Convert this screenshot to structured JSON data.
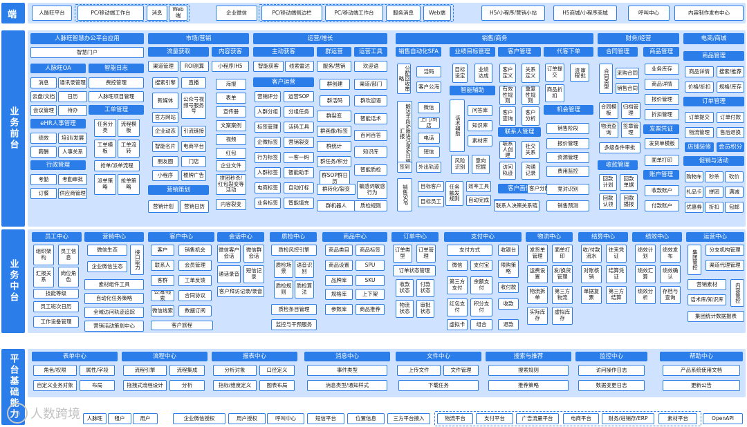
{
  "layers": [
    {
      "name": "端"
    },
    {
      "name": "业务前台"
    },
    {
      "name": "业务中台"
    },
    {
      "name": "平台基础能力"
    }
  ],
  "duan": {
    "groups": [
      {
        "items": [
          "人脉旺平台"
        ]
      },
      {
        "items": [
          "PC/移动端工作台",
          "消息",
          "Web端"
        ]
      },
      {
        "items": [
          "企业微信"
        ]
      },
      {
        "items": [
          "PC/移动端侧边栏",
          "PC/移动端工作台",
          "服务消息",
          "Web端"
        ]
      },
      {
        "items": [
          "H5/小程序/营销小站"
        ]
      },
      {
        "items": [
          "H5商城/小程序商城"
        ]
      },
      {
        "items": [
          "呼叫中心"
        ]
      },
      {
        "items": [
          "内容制作发布中心"
        ]
      }
    ]
  },
  "front": {
    "office": {
      "title": "人脉旺智慧办公平台应用",
      "portal": "智慧门户",
      "oa": {
        "title": "人脉旺OA",
        "items": [
          "消息",
          "通讯录管理",
          "云盘/文档",
          "日历",
          "会议管理",
          "待办"
        ]
      },
      "log": {
        "title": "智能日志",
        "items": [
          "费控管理",
          "人脉旺项目管理"
        ]
      },
      "ticket": {
        "title": "工单管理",
        "items": [
          "任务分类",
          "流程模板",
          "工单模板",
          "工单流转",
          "抢单/派单流程",
          "派单策略",
          "抢单策略"
        ]
      },
      "ehr": {
        "title": "eHR人事管理",
        "items": [
          "绩效",
          "培训/发展",
          "薪酬",
          "人事关系"
        ]
      },
      "admin": {
        "title": "行政管理",
        "items": [
          "考勤",
          "考勤审批",
          "订餐",
          "供应商管理"
        ]
      }
    },
    "market": {
      "title": "市场/营销",
      "traffic": {
        "title": "流量获取",
        "items": [
          "渠道管理",
          "ROI测算",
          "搜索引擎",
          "直播",
          "新媒体",
          "公众号视频号服务号",
          "官方网站",
          "企业动态",
          "引流链接",
          "智能名片",
          "电商平台",
          "朋友圈",
          "门店",
          "小程序",
          "楼牌广告",
          "拼团秒杀/红包裂变等活动"
        ]
      },
      "content": {
        "title": "内容获客",
        "items": [
          "小程序/H5",
          "海报",
          "表单",
          "宣传册",
          "文案案例",
          "视频",
          "红包",
          "企业文件",
          "内容裂变"
        ]
      },
      "plan": {
        "title": "营销策划",
        "items": [
          "营销计划",
          "营销日历"
        ]
      }
    },
    "ops": {
      "title": "运营/增长",
      "lead": {
        "title": "主动获客",
        "items": [
          "智能获客",
          "线索雷达"
        ]
      },
      "group": {
        "title": "群运营",
        "items": [
          "服务/营销",
          "群创建",
          "群活码",
          "群裂变",
          "群画像/标签",
          "群统计",
          "群任务/积分",
          "群SOP群日历",
          "群转化/裂变",
          "群机器人"
        ]
      },
      "tools": {
        "title": "运营工具",
        "items": [
          "欢迎语",
          "渠道/部门",
          "群欢迎语",
          "智能话术",
          "百问百答",
          "知识库",
          "智能质检",
          "敏感词敏感行为",
          "质检规则"
        ]
      },
      "custops": {
        "title": "客户运营",
        "items": [
          "营销评分",
          "运营SOP",
          "人群分组",
          "分组任务",
          "标签管理",
          "活码工具",
          "企微标签",
          "营销裂变",
          "行为标签",
          "一客一码",
          "人群标签",
          "智能助手",
          "电商标签",
          "自动打标",
          "业务标签",
          "智能填充"
        ]
      }
    },
    "sales": {
      "title": "销售/商务",
      "sfa": {
        "title": "销售自动化SFA",
        "items": [
          "分配回收策略",
          "活码",
          "客户公海",
          "触达手段&跟进记录&日程汇报",
          "微信",
          "上门/到店",
          "电话",
          "短信",
          "签到",
          "外出轨迹",
          "销售SOP",
          "目标客户",
          "目标员工",
          "任务触发规则",
          "效率工具",
          "自动完成"
        ]
      },
      "goal": {
        "title": "业绩目标管理",
        "items": [
          "目标设定",
          "业绩达成",
          "话术辅助",
          "问答库",
          "知识库",
          "素材库",
          "风险识别",
          "意向挖掘",
          "智能辅助"
        ]
      },
      "cust": {
        "title": "客户管理",
        "items": [
          "客户定义",
          "关系定义",
          "有效性规则",
          "重复性规则",
          "客户查询",
          "客户分析",
          "联系人管理",
          "联系人创建",
          "社交关系",
          "访问轨迹",
          "沟通记录",
          "客户画像",
          "客户分群",
          "联系人决策关系链"
        ]
      },
      "order": {
        "title": "代客下单",
        "items": [
          "订单提交",
          "审批流程",
          "商品折扣",
          "机会管理",
          "销售阶段",
          "报价管理",
          "资源管理",
          "费用监控",
          "竞对识别",
          "销售预测"
        ]
      }
    },
    "finance": {
      "title": "财务/经营",
      "contract": {
        "title": "合同管理",
        "items": [
          "合同类型",
          "采购合同",
          "销售合同",
          "合同模板",
          "归档管理",
          "物流查询",
          "签章管理",
          "多级条件审批"
        ]
      },
      "product": {
        "title": "商品管理",
        "items": [
          "业务库存",
          "商品详情",
          "报价管理",
          "折扣管理"
        ]
      },
      "invoice": {
        "title": "发票凭证",
        "items": [
          "发货单模板",
          "面单打印"
        ]
      },
      "collect": {
        "title": "收款管理",
        "items": [
          "回款计划",
          "回款单据",
          "回款认领",
          "回款播报"
        ]
      },
      "account": {
        "title": "账户管理",
        "items": [
          "收款账户",
          "付款账户"
        ]
      }
    },
    "mall": {
      "title": "电商/商城",
      "product": {
        "title": "商品管理",
        "items": [
          "商品详情",
          "搜索/推荐",
          "价格/折扣",
          "规格/库存"
        ]
      },
      "order": {
        "title": "订单管理",
        "items": [
          "订单提交",
          "订单付款",
          "物流管理",
          "售后退换"
        ]
      },
      "shop": {
        "items": [
          "店铺装修",
          "会员积分"
        ]
      },
      "promo": {
        "title": "促销与活动",
        "items": [
          "购物车",
          "秒杀",
          "砍价",
          "礼品卡",
          "拼团",
          "满减",
          "优惠券",
          "折扣",
          "包邮"
        ]
      }
    }
  },
  "middle": {
    "employee": {
      "title": "员工中心",
      "items": [
        "组织架构",
        "员工信息",
        "汇报关系",
        "岗位角色",
        "技能等级",
        "员工班次日历",
        "工作设备管理"
      ]
    },
    "marketing": {
      "title": "营销中心",
      "items": [
        "微信生态",
        "企业微信生态",
        "接口能力",
        "素材组件工具",
        "自动化任务策略",
        "全域访问轨迹追踪",
        "营销活动策划中心"
      ]
    },
    "customer": {
      "title": "客户中心",
      "items": [
        "客户",
        "销售机会",
        "联系人",
        "会员管理",
        "客群",
        "工单反馈",
        "公海/线索",
        "合同协议",
        "微信线索",
        "数据订阅",
        "客户旅程"
      ]
    },
    "session": {
      "title": "会话中心",
      "items": [
        "微信客户会话",
        "微信群会话",
        "通话录音",
        "短信记录",
        "客户拜访记录/录音"
      ]
    },
    "qc": {
      "title": "质检中心",
      "items": [
        "质检风控引擎",
        "质检场景",
        "语音识别",
        "质检规则",
        "质检算法",
        "质检条目管理",
        "监控与干预服务"
      ]
    },
    "goods": {
      "title": "商品中心",
      "items": [
        "商品类目",
        "商品标签",
        "商品设置",
        "SPU",
        "品牌库",
        "SKU",
        "规格库",
        "上下架",
        "参数库",
        "商品推荐"
      ]
    },
    "order": {
      "title": "订单中心",
      "items": [
        "订单类型",
        "订单管理",
        "订单状态管理",
        "收款状态",
        "付款状态",
        "物流状态",
        "审批状态"
      ]
    },
    "pay": {
      "title": "支付中心",
      "items": [
        "支付方式",
        "收银台",
        "微信",
        "支付宝",
        "限购策略",
        "第三方支付",
        "余额支付",
        "收付款",
        "红包支付",
        "积分支付",
        "收款",
        "虚拟卡",
        "组合",
        "退款"
      ]
    },
    "logistics": {
      "title": "物流中心",
      "items": [
        "发货单管理",
        "面单打印",
        "运费设置",
        "发/换货管理",
        "物流拆单",
        "第三方物流",
        "实际库存",
        "虚拟库存"
      ]
    },
    "settle": {
      "title": "结算中心",
      "items": [
        "收/付款流水",
        "往来凭证",
        "对账核销",
        "结算凭证",
        "单据复票",
        "第三方结算"
      ]
    },
    "perf": {
      "title": "绩效中心",
      "items": [
        "绩效计划",
        "绩效发布",
        "绩效汇算",
        "绩效确认",
        "绩效分析",
        "存档与查询"
      ]
    },
    "opscenter": {
      "title": "运营中心",
      "items": [
        "集团管控",
        "分支机构管理",
        "渠道代理管理",
        "营销素材",
        "内容管控",
        "话术库/知识库",
        "集团统计数据报表"
      ]
    }
  },
  "platform": {
    "centers": [
      {
        "title": "表单中心",
        "items": [
          "角色/权限",
          "属性/字段",
          "自定义业务对象",
          "布局"
        ]
      },
      {
        "title": "流程中心",
        "items": [
          "流程引擎",
          "流程集成",
          "拖拽式流程设计",
          "分析"
        ]
      },
      {
        "title": "报表中心",
        "items": [
          "分析对象",
          "口径定义",
          "指标/维度定义",
          "图表布局"
        ]
      },
      {
        "title": "消息中心",
        "items": [
          "事件类型",
          "消息类型/通知样式"
        ]
      },
      {
        "title": "文件中心",
        "items": [
          "上传文件",
          "文件管理",
          "下载任务"
        ]
      },
      {
        "title": "搜索与推荐",
        "items": [
          "搜索规则",
          "推荐策略"
        ]
      },
      {
        "title": "监控中心",
        "items": [
          "访问操作日志",
          "数据变更日志"
        ]
      },
      {
        "title": "帮助中心",
        "items": [
          "产品系统使用文档",
          "更新公告"
        ]
      }
    ],
    "bottom": [
      "人脉旺",
      "租户",
      "用户",
      "企业微信授权",
      "用户授权",
      "呼叫中心",
      "短信平台",
      "位置信息",
      "三方平台接入",
      "物流平台",
      "支付平台",
      "广告流量平台",
      "电商平台",
      "财务/进销存/ERP",
      "素材平台",
      "OpenAPI"
    ]
  },
  "watermark": {
    "text": "人数跨境"
  }
}
